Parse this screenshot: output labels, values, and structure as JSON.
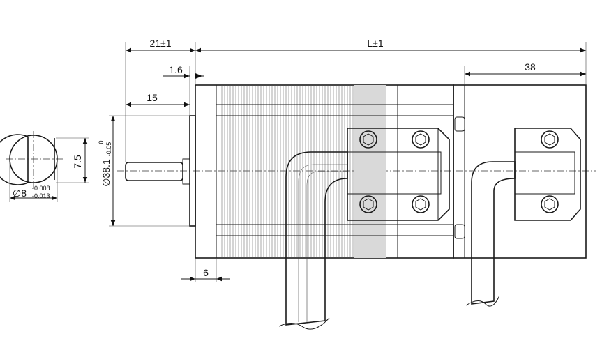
{
  "dimensions": {
    "total_length": "L±1",
    "shaft_projection": "21±1",
    "flange_thickness": "1.6",
    "shaft_length": "15",
    "brake_length": "38",
    "collar_width": "6",
    "flat_height": "7.5",
    "body_diameter_main": "∅38.1",
    "body_diameter_tol_upper": "0",
    "body_diameter_tol_lower": "-0.05",
    "shaft_diameter_main": "∅8",
    "shaft_diameter_tol_upper": "-0.008",
    "shaft_diameter_tol_lower": "-0.013"
  }
}
